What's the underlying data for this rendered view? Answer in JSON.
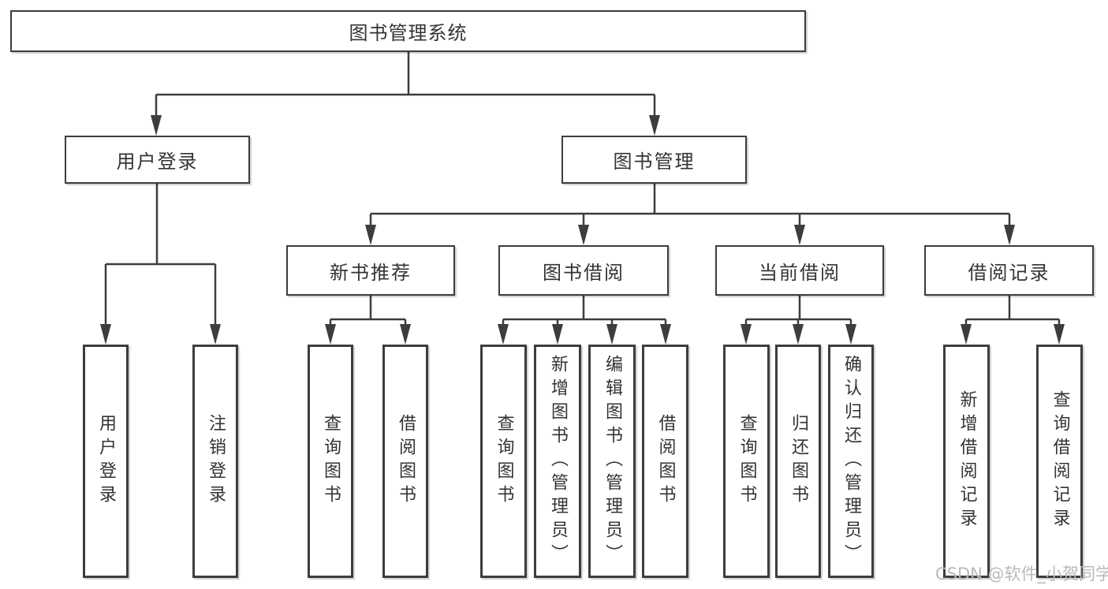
{
  "diagram": {
    "root": {
      "label": "图书管理系统"
    },
    "level2": [
      {
        "id": "user-login",
        "label": "用户登录"
      },
      {
        "id": "book-management",
        "label": "图书管理"
      }
    ],
    "level3": [
      {
        "id": "new-book-recommend",
        "label": "新书推荐"
      },
      {
        "id": "book-borrow",
        "label": "图书借阅"
      },
      {
        "id": "current-borrow",
        "label": "当前借阅"
      },
      {
        "id": "borrow-records",
        "label": "借阅记录"
      }
    ],
    "leaves": [
      {
        "id": "user-login-action",
        "label": "用户登录",
        "parent": "user-login"
      },
      {
        "id": "logout-action",
        "label": "注销登录",
        "parent": "user-login"
      },
      {
        "id": "query-books-recommend",
        "label": "查询图书",
        "parent": "new-book-recommend"
      },
      {
        "id": "borrow-books-recommend",
        "label": "借阅图书",
        "parent": "new-book-recommend"
      },
      {
        "id": "query-books-borrow",
        "label": "查询图书",
        "parent": "book-borrow"
      },
      {
        "id": "add-books-admin",
        "label": "新增图书（管理员）",
        "parent": "book-borrow"
      },
      {
        "id": "edit-books-admin",
        "label": "编辑图书（管理员）",
        "parent": "book-borrow"
      },
      {
        "id": "borrow-books-borrow",
        "label": "借阅图书",
        "parent": "book-borrow"
      },
      {
        "id": "query-books-current",
        "label": "查询图书",
        "parent": "current-borrow"
      },
      {
        "id": "return-books",
        "label": "归还图书",
        "parent": "current-borrow"
      },
      {
        "id": "confirm-return-admin",
        "label": "确认归还（管理员）",
        "parent": "current-borrow"
      },
      {
        "id": "add-borrow-record",
        "label": "新增借阅记录",
        "parent": "borrow-records"
      },
      {
        "id": "query-borrow-record",
        "label": "查询借阅记录",
        "parent": "borrow-records"
      }
    ]
  },
  "watermark": "CSDN @软件_小贺同学",
  "colors": {
    "line": "#3d3d3d",
    "border": "#3d3d3d",
    "text": "#333333",
    "watermark": "#b9b9b9",
    "background": "#ffffff"
  }
}
